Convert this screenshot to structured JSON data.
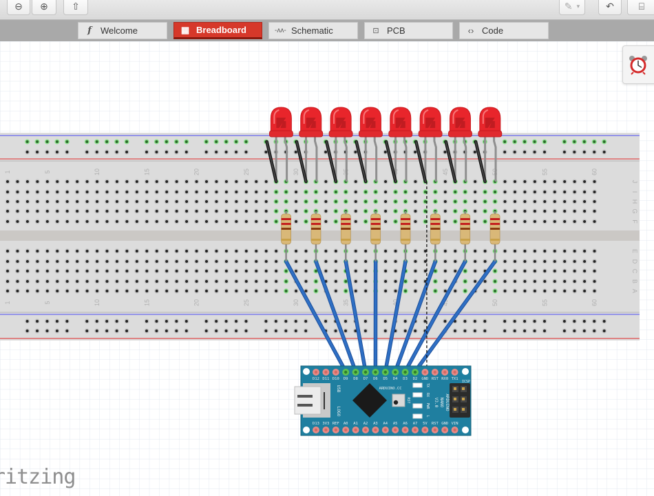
{
  "toolbar": {
    "left_buttons": [
      {
        "name": "zoom-out",
        "icon": "zoom-out-icon"
      },
      {
        "name": "zoom-in",
        "icon": "zoom-in-icon"
      },
      {
        "name": "share",
        "icon": "share-icon"
      }
    ],
    "right_buttons": [
      {
        "name": "pen",
        "icon": "pen-icon"
      },
      {
        "name": "rotate",
        "icon": "rotate-icon"
      },
      {
        "name": "parts-bin",
        "icon": "toolbox-icon"
      }
    ]
  },
  "tabs": [
    {
      "label": "Welcome",
      "icon": "fritzing-f-icon",
      "active": false
    },
    {
      "label": "Breadboard",
      "icon": "breadboard-icon",
      "active": true
    },
    {
      "label": "Schematic",
      "icon": "resistor-symbol-icon",
      "active": false
    },
    {
      "label": "PCB",
      "icon": "pcb-icon",
      "active": false
    },
    {
      "label": "Code",
      "icon": "code-brackets-icon",
      "active": false
    }
  ],
  "colors": {
    "active_tab": "#d6382a",
    "wire": "#2e6fc4",
    "led": "#e8252b",
    "board": "#1f7fa0"
  },
  "breadboard": {
    "column_labels": [
      "1",
      "5",
      "10",
      "15",
      "20",
      "25",
      "30",
      "35",
      "40",
      "45",
      "50",
      "55",
      "60"
    ],
    "row_labels_top": [
      "J",
      "I",
      "H",
      "G",
      "F"
    ],
    "row_labels_bottom": [
      "E",
      "D",
      "C",
      "B",
      "A"
    ]
  },
  "circuit": {
    "led_columns": [
      28,
      31,
      34,
      37,
      40,
      43,
      46,
      49
    ],
    "led_count": 8
  },
  "arduino": {
    "top_pins": [
      "D12",
      "D11",
      "D10",
      "D9",
      "D8",
      "D7",
      "D6",
      "D5",
      "D4",
      "D3",
      "D2",
      "GND",
      "RST",
      "RX0",
      "TX1"
    ],
    "bottom_pins": [
      "D13",
      "3V3",
      "REF",
      "A0",
      "A1",
      "A2",
      "A3",
      "A4",
      "A5",
      "A6",
      "A7",
      "5V",
      "RST",
      "GND",
      "VIN"
    ],
    "site": "ARDUINO.CC",
    "model_lines": [
      "ARDUINO",
      "NANO",
      "V3.0"
    ],
    "icsp": "ICSP",
    "reset": "RST",
    "led_labels": [
      "TX",
      "RX",
      "PWR",
      "L"
    ],
    "usb": "USB",
    "logo": "LOGO"
  },
  "logo": "ritzing"
}
